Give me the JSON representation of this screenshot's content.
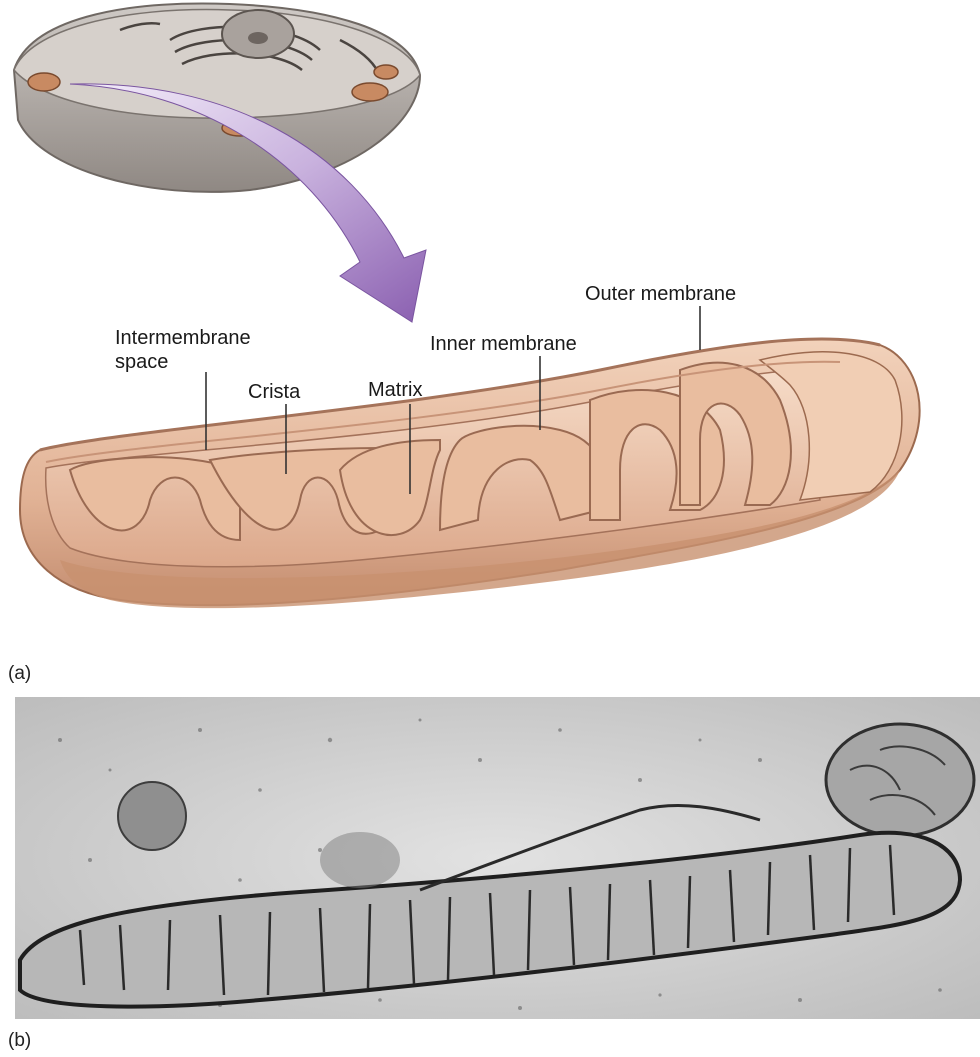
{
  "figure": {
    "panel_a": {
      "tag": "(a)",
      "labels": {
        "outer_membrane": "Outer membrane",
        "intermembrane_line1": "Intermembrane",
        "intermembrane_line2": "space",
        "inner_membrane": "Inner membrane",
        "crista": "Crista",
        "matrix": "Matrix"
      }
    },
    "panel_b": {
      "tag": "(b)"
    },
    "colors": {
      "mito_outer": "#d9a98a",
      "mito_inner": "#efc9ae",
      "mito_shadow": "#b98368",
      "arrow": "#a07cc0",
      "cell": "#b9b3ae",
      "micrograph_bg": "#d6d6d6"
    }
  }
}
